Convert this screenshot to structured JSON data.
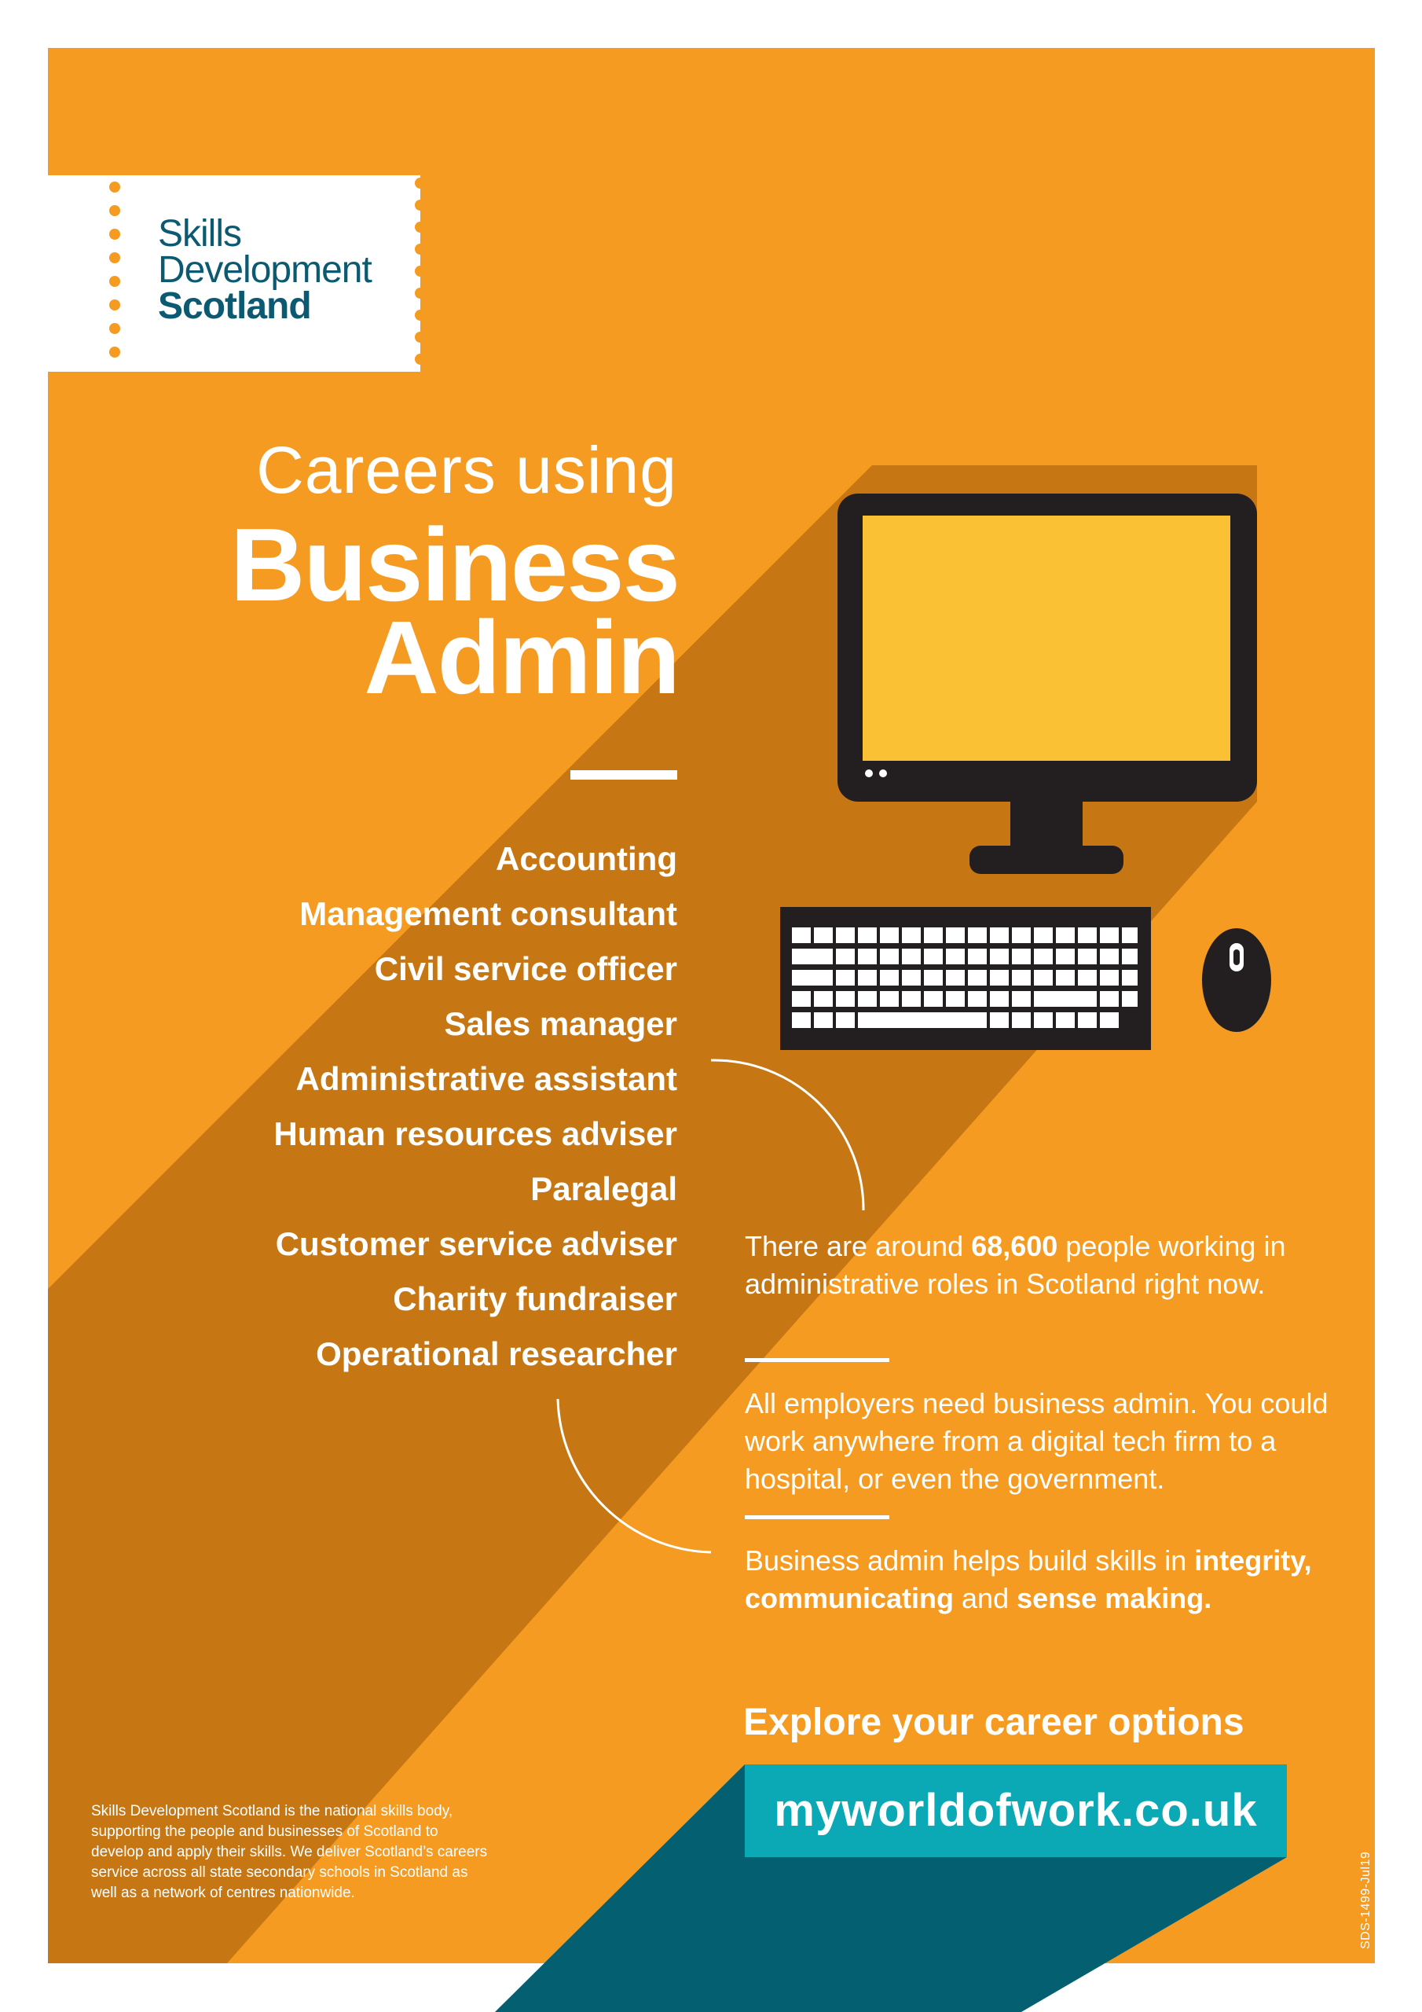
{
  "colors": {
    "orange": "#f59b21",
    "dark_orange": "#c67713",
    "teal_dark": "#046071",
    "teal": "#0ba9b6",
    "logo_blue": "#0c5a72",
    "screen_yellow": "#fbc135",
    "device_black": "#231f20"
  },
  "logo": {
    "line1": "Skills",
    "line2": "Development",
    "line3": "Scotland"
  },
  "title": {
    "line1": "Careers using",
    "line2": "Business",
    "line3": "Admin"
  },
  "careers": [
    "Accounting",
    "Management consultant",
    "Civil service officer",
    "Sales manager",
    "Administrative assistant",
    "Human resources adviser",
    "Paralegal",
    "Customer service adviser",
    "Charity fundraiser",
    "Operational researcher"
  ],
  "facts": {
    "fact1_pre": "There are around ",
    "fact1_bold": "68,600",
    "fact1_post": " people working in administrative roles in Scotland right now.",
    "fact2": "All employers need business admin. You could work anywhere from a digital tech firm to a hospital, or even the government.",
    "fact3_pre": "Business admin helps build skills in ",
    "fact3_bold1": "integrity, communicating",
    "fact3_mid": " and ",
    "fact3_bold2": "sense making."
  },
  "cta": {
    "explore": "Explore your career options",
    "url": "myworldofwork.co.uk"
  },
  "footnote": "Skills Development Scotland is the national skills body, supporting the people and businesses of Scotland to develop and apply their skills. We deliver Scotland’s careers service across all state secondary schools in Scotland as well as a network of centres nationwide.",
  "code": "SDS-1499-Jul19",
  "icons": [
    "computer-monitor-icon",
    "keyboard-icon",
    "mouse-icon"
  ]
}
